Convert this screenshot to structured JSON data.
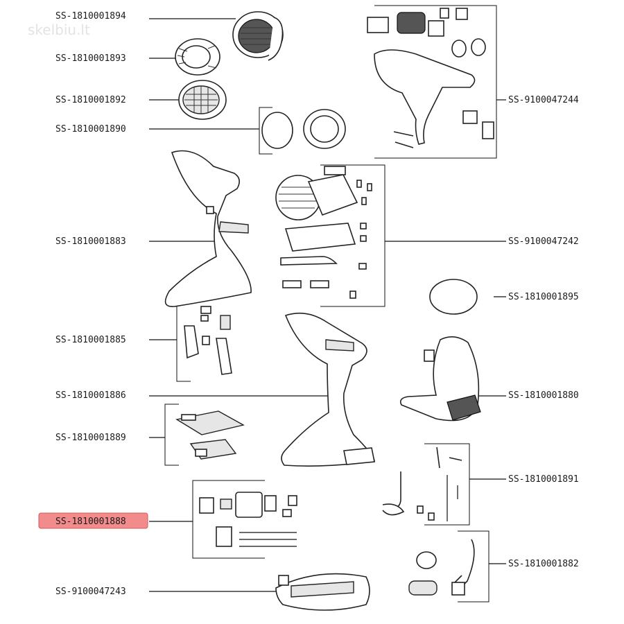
{
  "watermark": "skelbiu.lt",
  "labels_left": [
    {
      "id": "p1894",
      "text": "SS-1810001894",
      "highlighted": false
    },
    {
      "id": "p1893",
      "text": "SS-1810001893",
      "highlighted": false
    },
    {
      "id": "p1892",
      "text": "SS-1810001892",
      "highlighted": false
    },
    {
      "id": "p1890",
      "text": "SS-1810001890",
      "highlighted": false
    },
    {
      "id": "p1883",
      "text": "SS-1810001883",
      "highlighted": false
    },
    {
      "id": "p1885",
      "text": "SS-1810001885",
      "highlighted": false
    },
    {
      "id": "p1886",
      "text": "SS-1810001886",
      "highlighted": false
    },
    {
      "id": "p1889",
      "text": "SS-1810001889",
      "highlighted": false
    },
    {
      "id": "p1888",
      "text": "SS-1810001888",
      "highlighted": true
    },
    {
      "id": "p47243",
      "text": "SS-9100047243",
      "highlighted": false
    }
  ],
  "labels_right": [
    {
      "id": "p47244",
      "text": "SS-9100047244",
      "highlighted": false
    },
    {
      "id": "p47242",
      "text": "SS-9100047242",
      "highlighted": false
    },
    {
      "id": "p1895",
      "text": "SS-1810001895",
      "highlighted": false
    },
    {
      "id": "p1880",
      "text": "SS-1810001880",
      "highlighted": false
    },
    {
      "id": "p1891",
      "text": "SS-1810001891",
      "highlighted": false
    },
    {
      "id": "p1882",
      "text": "SS-1810001882",
      "highlighted": false
    }
  ],
  "colors": {
    "highlight_fill": "#f28b8b",
    "line": "#111111",
    "text": "#1a1a1a"
  }
}
